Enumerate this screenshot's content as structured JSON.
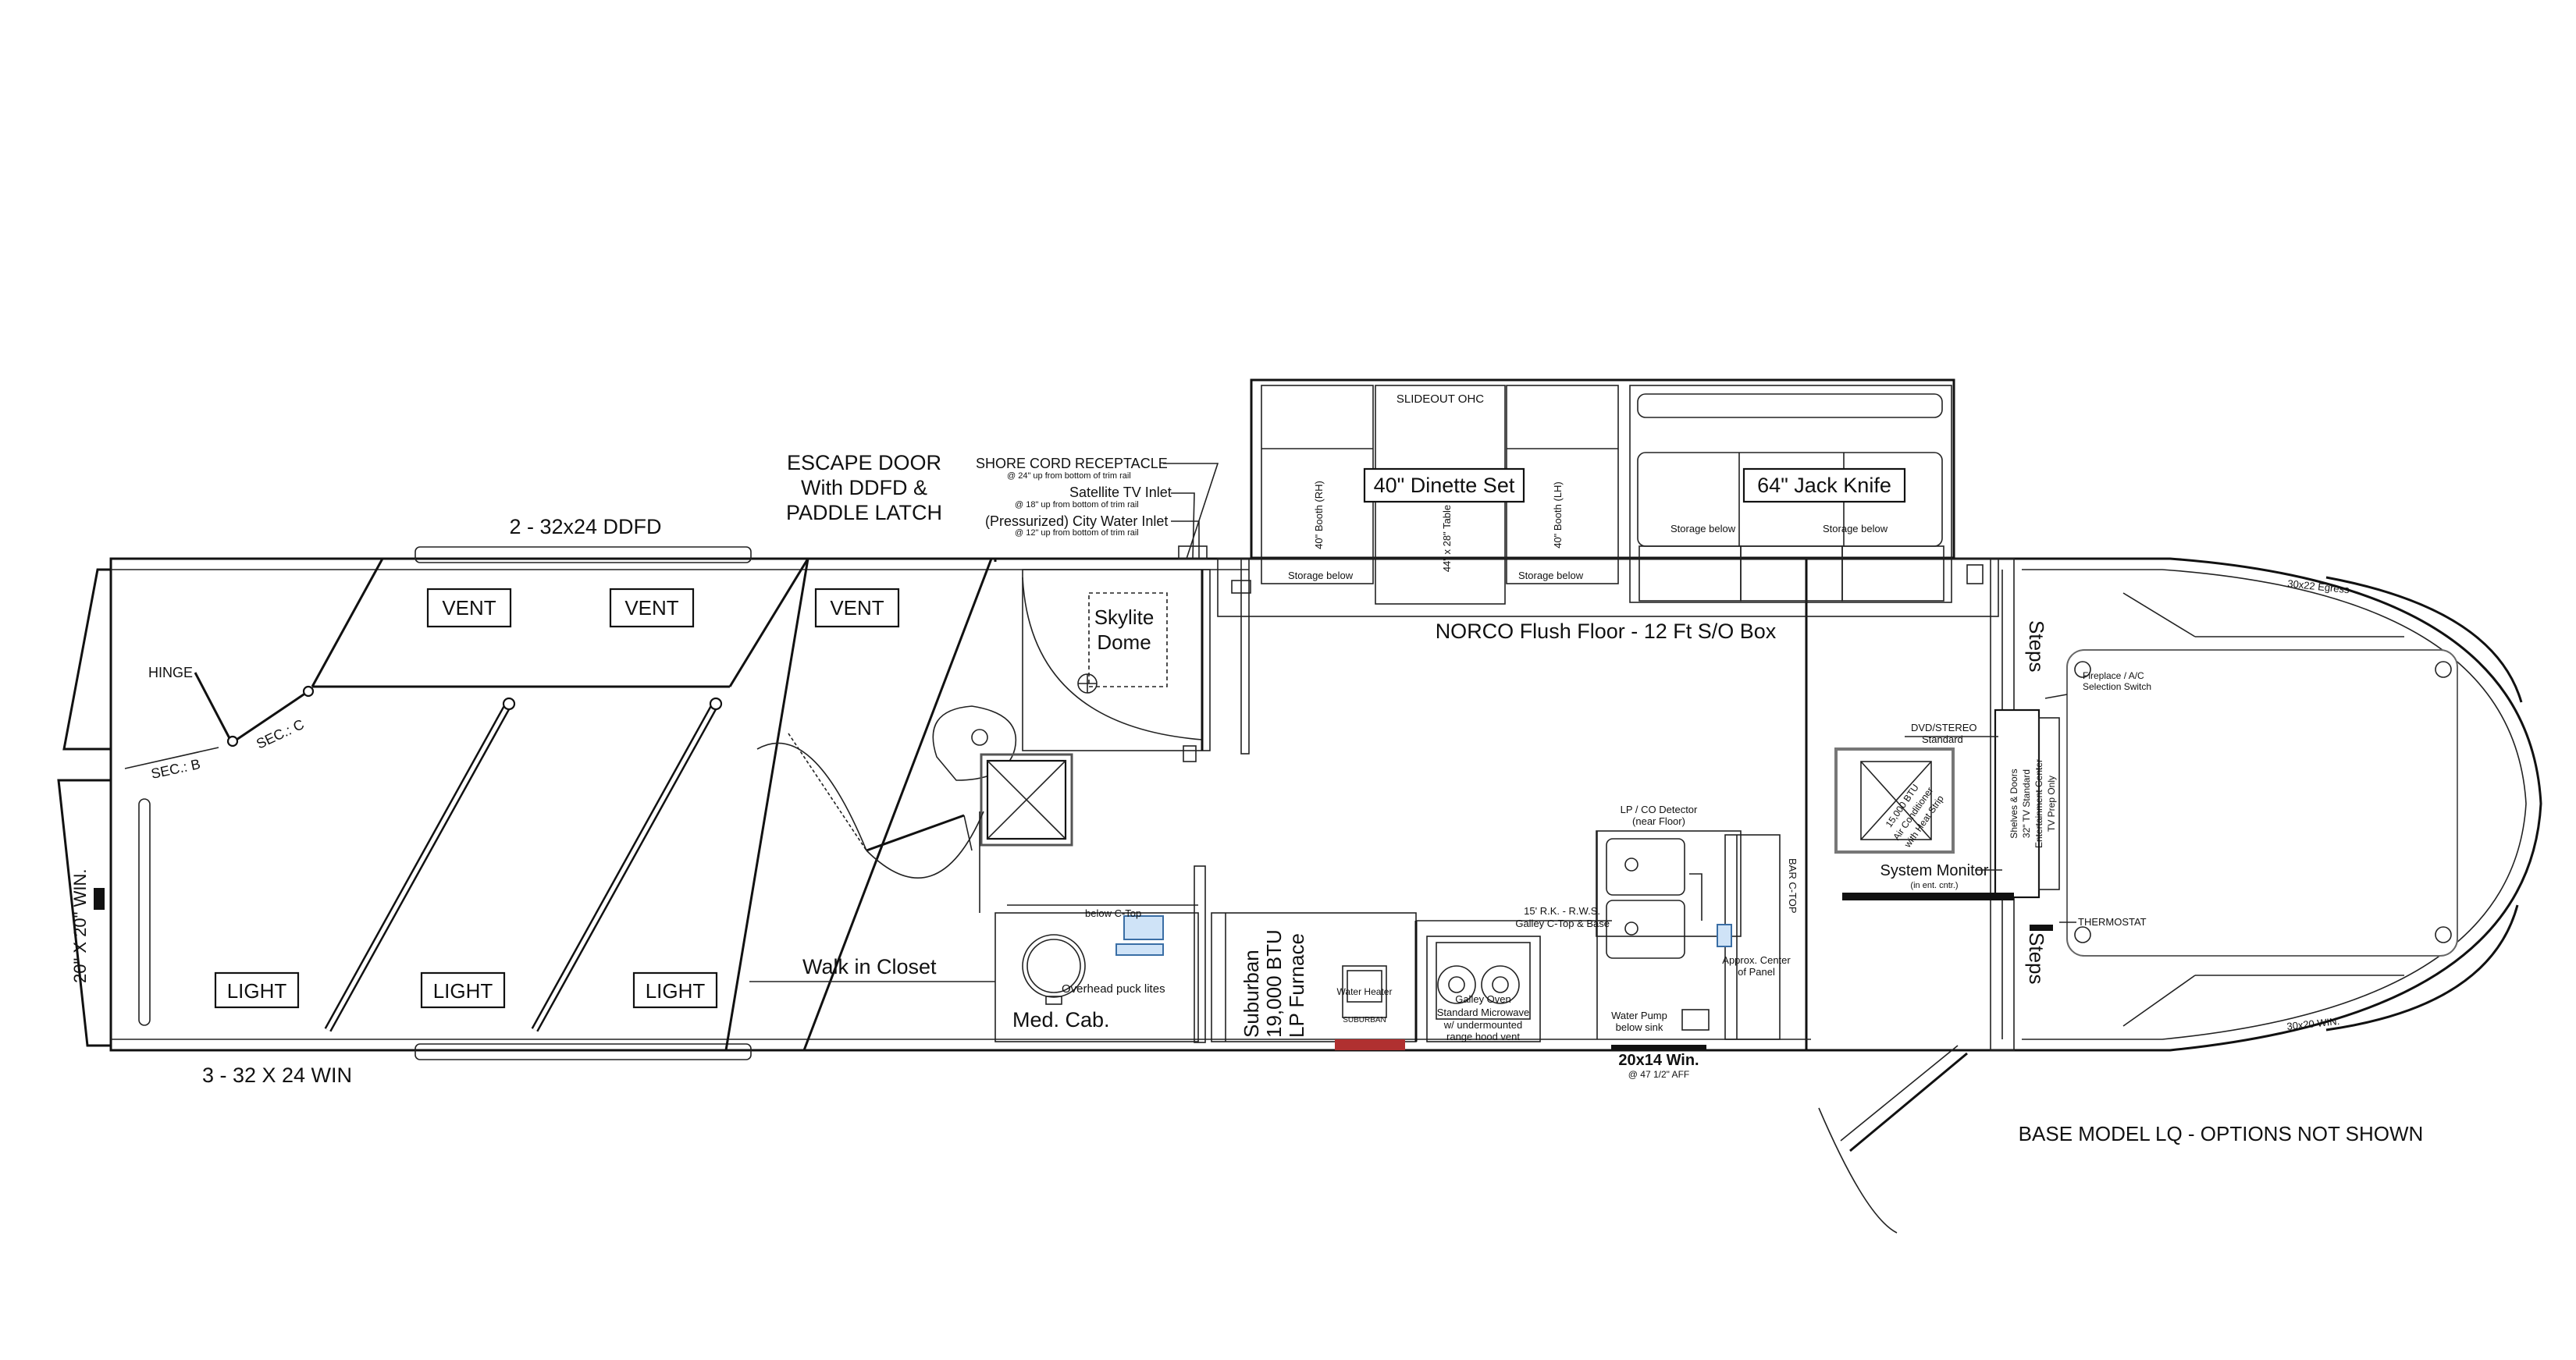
{
  "labels": {
    "window_top": "2 - 32x24 DDFD",
    "window_bottom": "3 - 32 X 24 WIN",
    "escape_door_1": "ESCAPE DOOR",
    "escape_door_2": "With DDFD &",
    "escape_door_3": "PADDLE LATCH",
    "shore_cord": "SHORE CORD RECEPTACLE",
    "shore_cord_note": "@ 24\" up from bottom of trim rail",
    "satellite": "Satellite TV Inlet",
    "satellite_note": "@ 18\" up from bottom of trim rail",
    "city_water": "(Pressurized) City Water Inlet",
    "city_water_note": "@ 12\" up from bottom of trim rail",
    "vent": "VENT",
    "light": "LIGHT",
    "hinge": "HINGE",
    "sec_b": "SEC.: B",
    "sec_c": "SEC.: C",
    "front_window": "20\" X 20\" WIN.",
    "skylite_1": "Skylite",
    "skylite_2": "Dome",
    "slideout_ohc": "SLIDEOUT OHC",
    "dinette": "40\" Dinette Set",
    "table": "44\" x 28\" Table",
    "booth_rh": "40\" Booth (RH)",
    "booth_lh": "40\" Booth (LH)",
    "storage_below": "Storage below",
    "jack_knife": "64\" Jack Knife",
    "norco": "NORCO Flush Floor - 12 Ft S/O Box",
    "walk_in_closet": "Walk in Closet",
    "med_cab": "Med. Cab.",
    "below_ctop": "below C-Top",
    "overhead_puck": "Overhead puck lites",
    "furnace_1": "Suburban",
    "furnace_2": "19,000 BTU",
    "furnace_3": "LP Furnace",
    "water_heater": "Water Heater",
    "suburban_small": "SUBURBAN",
    "galley_oven": "Galley Oven",
    "microwave_1": "Standard Microwave",
    "microwave_2": "w/ undermounted",
    "microwave_3": "range hood vent",
    "lp_co_1": "LP / CO Detector",
    "lp_co_2": "(near Floor)",
    "bar_ctop": "BAR C-TOP",
    "rk_rws": "15' R.K. - R.W.S.",
    "galley_ctop": "Galley C-Top & Base",
    "panel_1": "Approx. Center",
    "panel_2": "of Panel",
    "water_pump_1": "Water Pump",
    "water_pump_2": "below sink",
    "win_20x14": "20x14 Win.",
    "win_20x14_note": "@ 47 1/2\" AFF",
    "steps": "Steps",
    "dvd_1": "DVD/STEREO",
    "dvd_2": "Standard",
    "ac_1": "15,000 BTU",
    "ac_2": "Air Conditioner",
    "ac_3": "with Heat Strip",
    "system_monitor": "System Monitor",
    "system_monitor_note": "(in ent. cntr.)",
    "shelves": "Shelves & Doors",
    "tv_32": "32\" TV Standard",
    "ent_center": "Entertainment Center",
    "tv_prep": "TV Prep Only",
    "fireplace_1": "Fireplace / A/C",
    "fireplace_2": "Selection Switch",
    "thermostat": "THERMOSTAT",
    "egress": "30x22 Egress",
    "win_30x20": "30x20 WIN.",
    "base_model": "BASE MODEL LQ - OPTIONS NOT SHOWN"
  }
}
